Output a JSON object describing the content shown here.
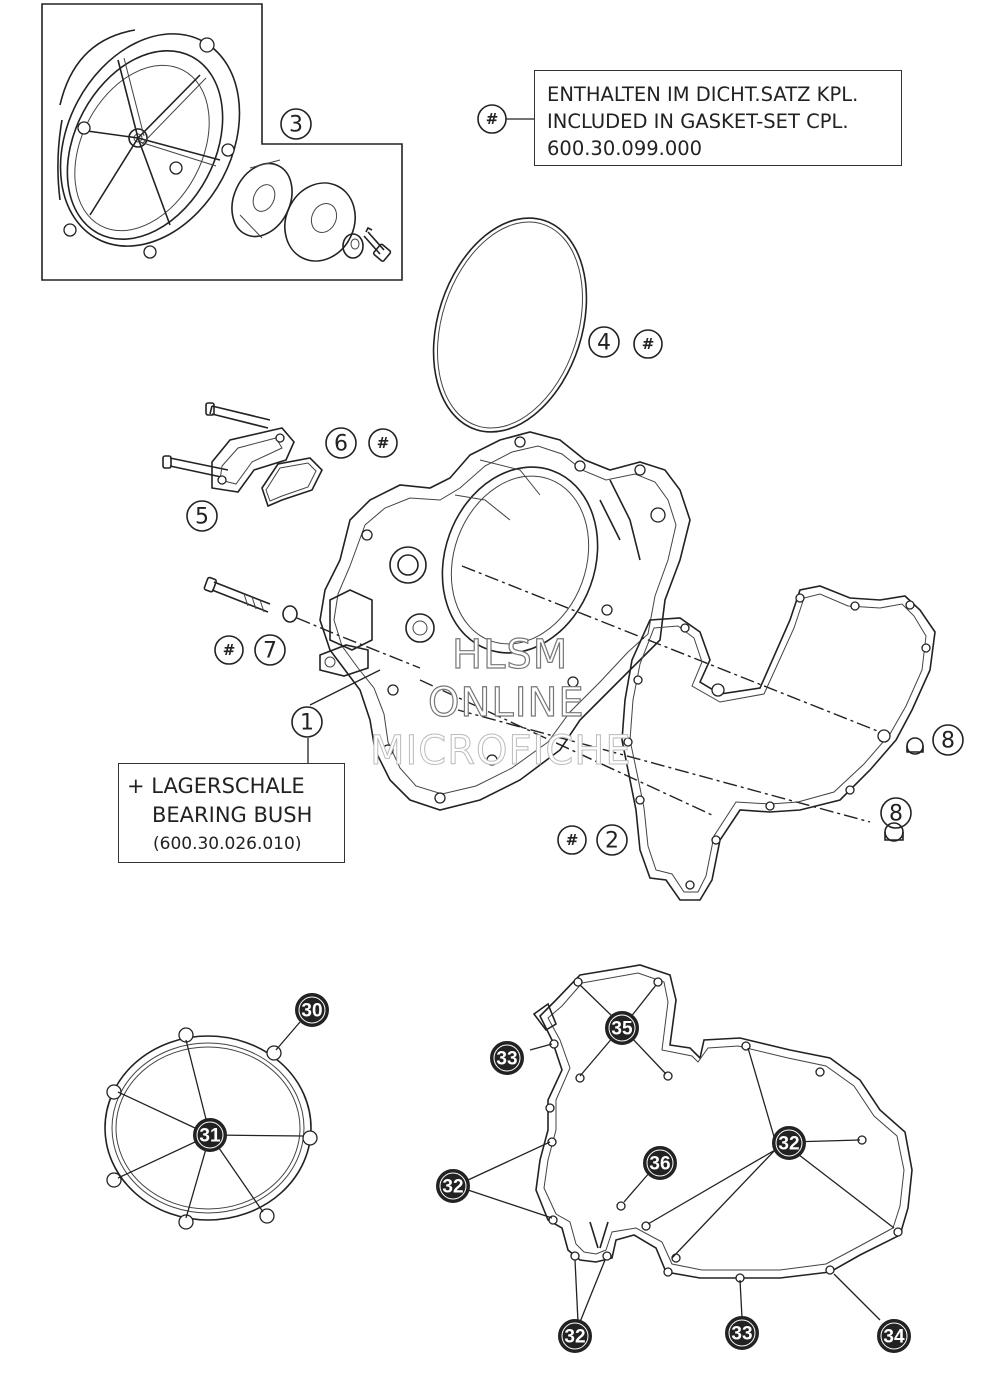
{
  "notes": {
    "gasket_set": {
      "symbol": "#",
      "line1": "ENTHALTEN IM DICHT.SATZ KPL.",
      "line2": "INCLUDED IN GASKET-SET CPL.",
      "line3": "600.30.099.000"
    },
    "bearing_bush": {
      "line1": "+ LAGERSCHALE",
      "line2": "BEARING BUSH",
      "line3": "(600.30.026.010)"
    }
  },
  "watermark": {
    "line1": "HLSM",
    "line2": "ONLINE",
    "line3": "MICROFICHE"
  },
  "callouts": {
    "n1": "1",
    "n2": "2",
    "n3": "3",
    "n4": "4",
    "n5": "5",
    "n6": "6",
    "n7": "7",
    "n8": "8",
    "n30": "30",
    "n31": "31",
    "n32": "32",
    "n33": "33",
    "n34": "34",
    "n35": "35",
    "n36": "36",
    "hash": "#"
  }
}
